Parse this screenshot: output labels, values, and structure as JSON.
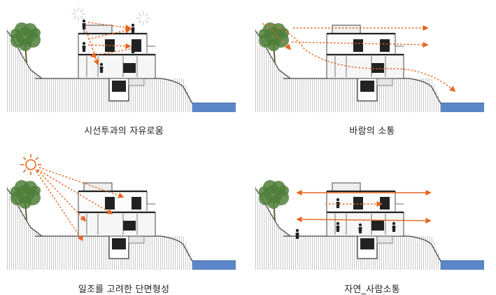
{
  "panels": [
    {
      "id": "sightline",
      "caption": "시선투과의 자유로움",
      "overlay": "sightlines"
    },
    {
      "id": "wind",
      "caption": "바람의 소통",
      "overlay": "wind"
    },
    {
      "id": "sun",
      "caption": "일조를 고려한 단면형성",
      "overlay": "sun"
    },
    {
      "id": "people",
      "caption": "자연_사람소통",
      "overlay": "people"
    }
  ],
  "colors": {
    "arrow": "#e8651e",
    "water": "#5b86c8",
    "tree": "#4f7f3a",
    "ground_line": "#444444",
    "hatch": "#c8c8c8"
  },
  "icons": {
    "tree": "tree-icon",
    "sun": "sun-icon",
    "person": "person-icon"
  }
}
